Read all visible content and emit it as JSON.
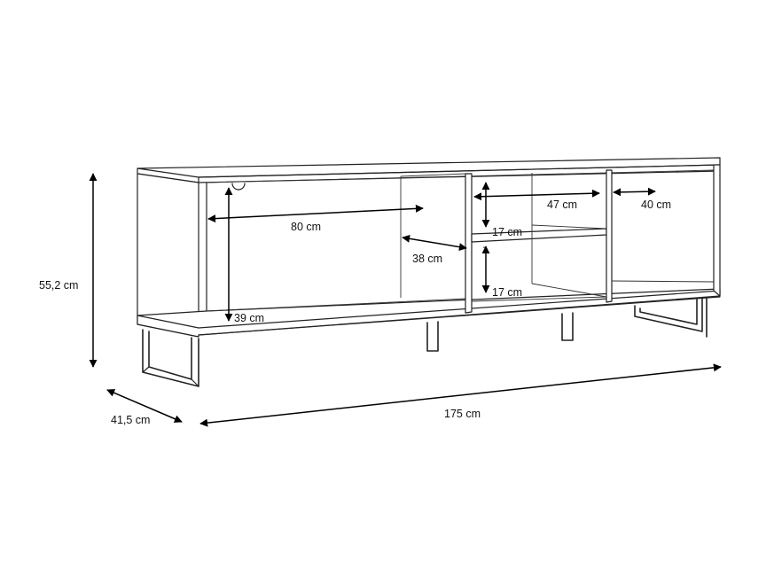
{
  "dimensions": {
    "height_total": "55,2 cm",
    "depth_total": "41,5 cm",
    "width_total": "175 cm",
    "left_compartment_width": "80 cm",
    "left_compartment_height": "39 cm",
    "divider_depth": "38 cm",
    "middle_compartment_width": "47 cm",
    "middle_upper_shelf_height": "17 cm",
    "middle_lower_shelf_height": "17 cm",
    "right_compartment_width": "40 cm"
  },
  "colors": {
    "line": "#222222",
    "arrow": "#000000",
    "background": "#ffffff"
  }
}
